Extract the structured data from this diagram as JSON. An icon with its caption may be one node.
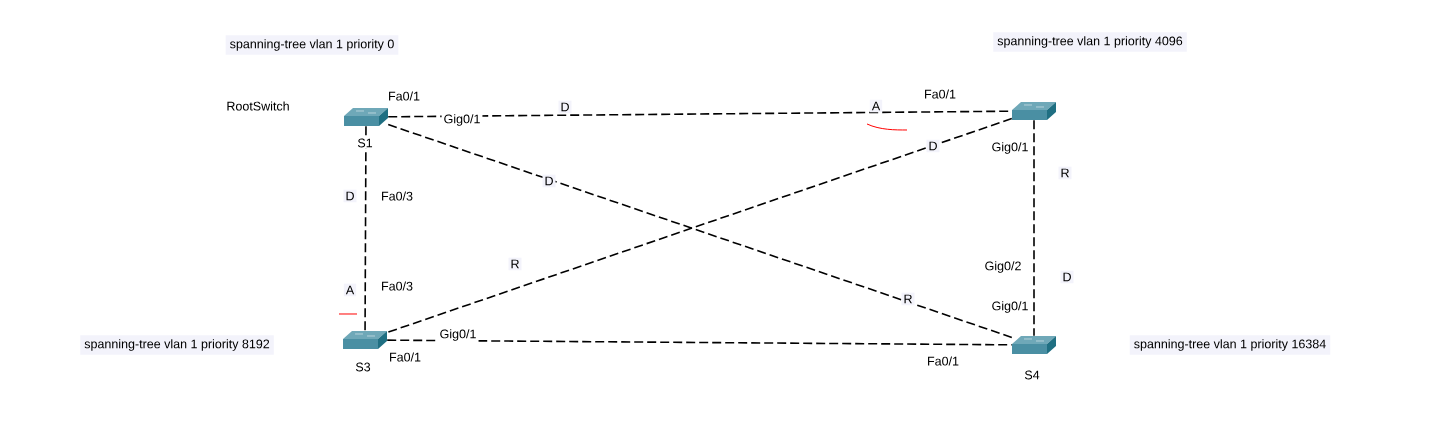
{
  "diagram": {
    "nodes": [
      {
        "text": [],
        "shape": "picture",
        "beside": [
          "S1"
        ]
      },
      {
        "text": [],
        "shape": "picture"
      },
      {
        "text": [],
        "shape": "picture",
        "beside": [
          "S3"
        ]
      },
      {
        "text": [],
        "shape": "picture",
        "beside": [
          "S4"
        ]
      }
    ],
    "edges": [
      {
        "from": 0,
        "to": 1,
        "arrow": "none"
      },
      {
        "from": 0,
        "to": 2,
        "arrow": "none"
      },
      {
        "from": 0,
        "to": 3,
        "arrow": "none"
      },
      {
        "from": 1,
        "to": 2,
        "arrow": "none"
      },
      {
        "from": 1,
        "to": 3,
        "arrow": "none"
      },
      {
        "from": 2,
        "to": 3,
        "arrow": "none"
      }
    ],
    "labels": [
      "spanning-tree vlan 1 priority 0",
      "spanning-tree vlan 1 priority 4096",
      "Fa0/1",
      "Fa0/1",
      "RootSwitch",
      "Gig0/1",
      "D",
      "A",
      "D",
      "Gig0/1",
      "R",
      "D",
      "D",
      "Fa0/3",
      "R",
      "Gig0/2",
      "D",
      "A",
      "Fa0/3",
      "R",
      "Gig0/1",
      "Gig0/1",
      "spanning-tree vlan 1 priority 8192",
      "spanning-tree vlan 1 priority 16384",
      "Fa0/1",
      "Fa0/1"
    ]
  }
}
